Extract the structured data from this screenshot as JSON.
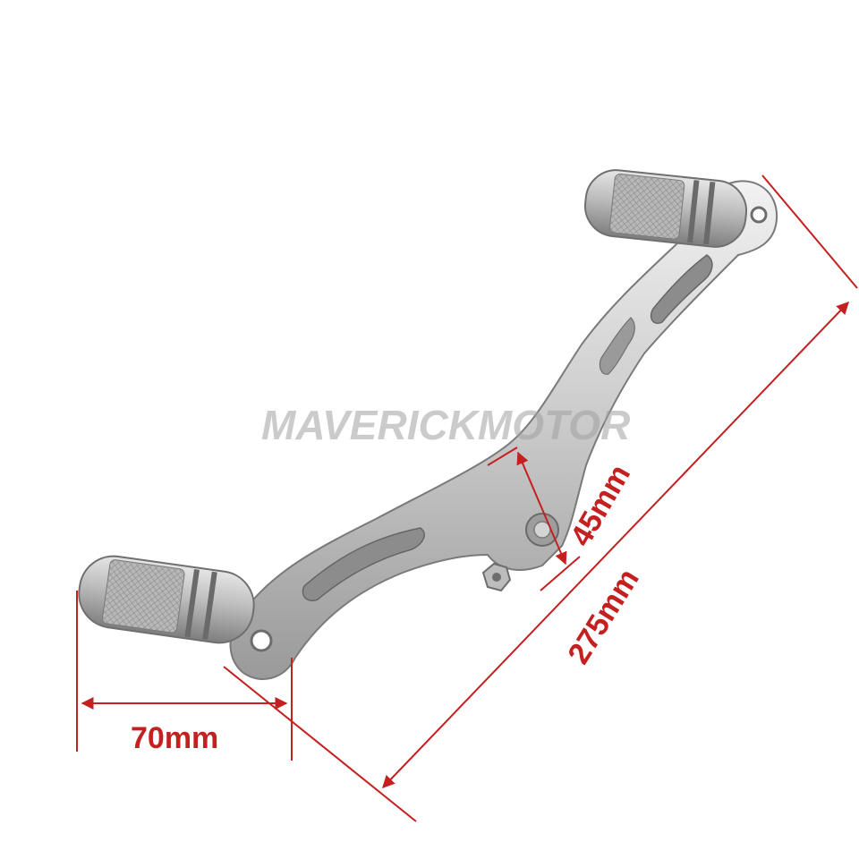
{
  "watermark": {
    "text": "MAVERICKMOTOR"
  },
  "dimensions": {
    "width_label": "70mm",
    "height_label": "45mm",
    "length_label": "275mm"
  },
  "colors": {
    "dimension_red": "#c42020",
    "metal": "#c8c8c8",
    "metal_dark": "#8a8a8a",
    "background": "#ffffff"
  }
}
